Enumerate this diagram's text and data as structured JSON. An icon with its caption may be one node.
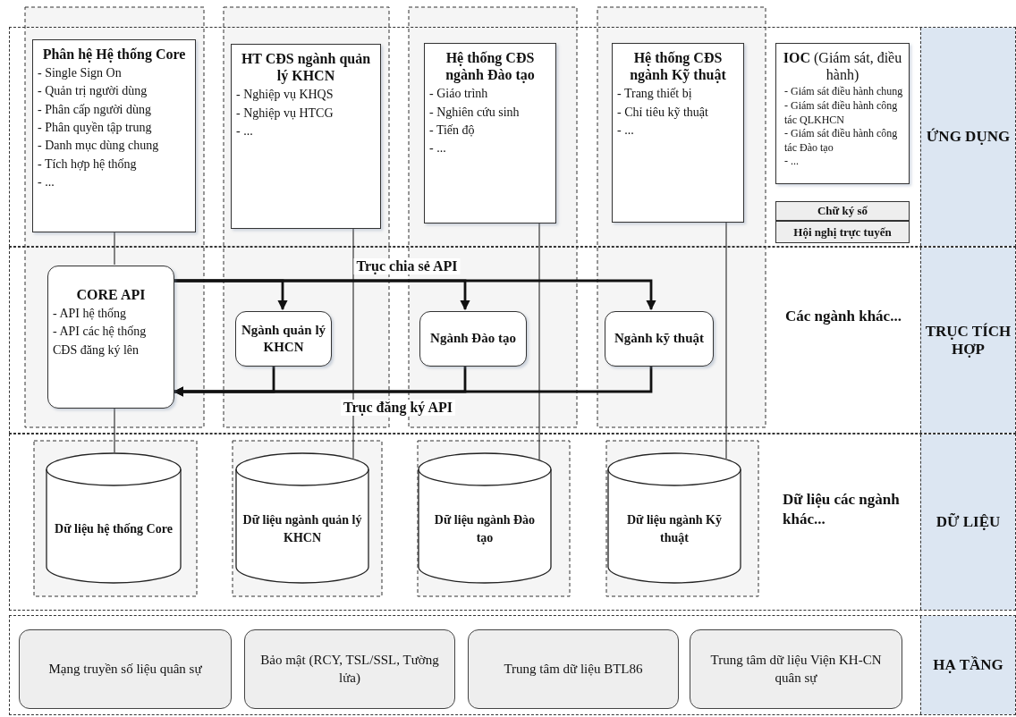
{
  "diagram": {
    "nodes": [
      {
        "text": [
          "ỨNG DỤNG"
        ]
      },
      {
        "text": [
          "Phân hệ Hệ thống Core",
          "- Single Sign On",
          "- Quản trị người dùng",
          "- Phân cấp người dùng",
          "- Phân quyền tập trung",
          "- Danh mục dùng chung",
          "- Tích hợp hệ thống",
          "- ..."
        ],
        "in": 0
      },
      {
        "text": [
          "HT CĐS ngành quản lý KHCN",
          "- Nghiệp vụ KHQS",
          "- Nghiệp vụ HTCG",
          "- ..."
        ],
        "in": 0
      },
      {
        "text": [
          "Hệ thống CĐS ngành Đào tạo",
          "- Giáo trình",
          "- Nghiên cứu sinh",
          "- Tiến độ",
          "- ..."
        ],
        "in": 0
      },
      {
        "text": [
          "Hệ thống CĐS ngành Kỹ thuật",
          "- Trang thiết bị",
          "- Chỉ tiêu kỹ thuật",
          "- ..."
        ],
        "in": 0
      },
      {
        "text": [
          "**IOC** (Giám sát, điều hành)",
          "- Giám sát điều hành chung",
          "- Giám sát điều hành công tác QLKHCN",
          "- Giám sát điều hành công tác Đào tạo",
          "- ..."
        ],
        "in": 0
      },
      {
        "text": [
          "Chữ ký số"
        ],
        "in": 0
      },
      {
        "text": [
          "Hội nghị trực tuyến"
        ],
        "in": 0
      },
      {
        "text": [
          "TRỤC TÍCH HỢP"
        ]
      },
      {
        "text": [
          "CORE API",
          "- API hệ thống",
          "- API các hệ thống CĐS đăng ký lên"
        ],
        "in": 8
      },
      {
        "text": [
          "Ngành quản lý KHCN"
        ],
        "in": 8
      },
      {
        "text": [
          "Ngành Đào tạo"
        ],
        "in": 8
      },
      {
        "text": [
          "Ngành kỹ thuật"
        ],
        "in": 8
      },
      {
        "text": [
          "DỮ LIỆU"
        ]
      },
      {
        "text": [
          "Dữ liệu hệ thống Core"
        ],
        "in": 13
      },
      {
        "text": [
          "Dữ liệu ngành quản lý KHCN"
        ],
        "in": 13
      },
      {
        "text": [
          "Dữ liệu ngành Đào tạo"
        ],
        "in": 13
      },
      {
        "text": [
          "Dữ liệu ngành Kỹ thuật"
        ],
        "in": 13
      },
      {
        "text": [
          "HẠ TẦNG"
        ]
      },
      {
        "text": [
          "Mạng truyền số liệu quân sự"
        ],
        "in": 18
      },
      {
        "text": [
          "Bảo mật (RCY, TSL/SSL, Tường lửa)"
        ],
        "in": 18
      },
      {
        "text": [
          "Trung tâm dữ liệu BTL86"
        ],
        "in": 18
      },
      {
        "text": [
          "Trung tâm dữ liệu Viện KH-CN quân sự"
        ],
        "in": 18
      }
    ],
    "edges": [
      {
        "from": 1,
        "to": 9,
        "arrow": "none"
      },
      {
        "from": 2,
        "to": 15,
        "arrow": "none"
      },
      {
        "from": 3,
        "to": 16,
        "arrow": "none"
      },
      {
        "from": 4,
        "to": 17,
        "arrow": "none"
      },
      {
        "from": 9,
        "to": 14,
        "arrow": "none"
      },
      {
        "from": 9,
        "to": 10,
        "arrow": "to"
      },
      {
        "from": 9,
        "to": 11,
        "arrow": "to",
        "label": "Trục chia sẻ API"
      },
      {
        "from": 9,
        "to": 12,
        "arrow": "to"
      },
      {
        "from": 10,
        "to": 9,
        "arrow": "to"
      },
      {
        "from": 11,
        "to": 9,
        "arrow": "to",
        "label": "Trục đăng ký API"
      },
      {
        "from": 12,
        "to": 9,
        "arrow": "to"
      }
    ],
    "labels": [
      "Các ngành khác...",
      "Dữ liệu các ngành khác..."
    ]
  }
}
